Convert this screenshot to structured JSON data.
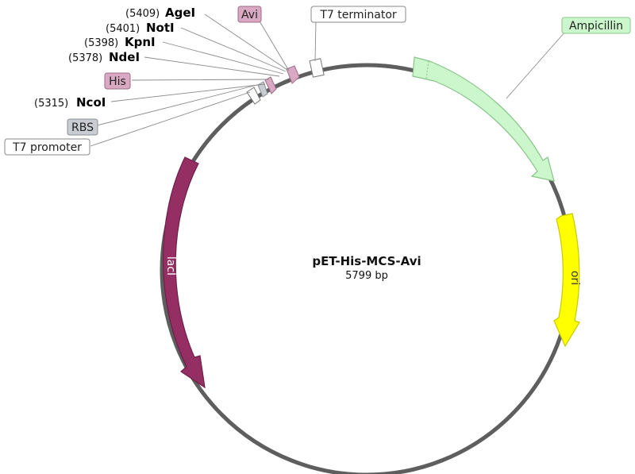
{
  "plasmid": {
    "name": "pET-His-MCS-Avi",
    "size": "5799 bp"
  },
  "features": [
    {
      "id": "ampicillin",
      "label": "Ampicillin",
      "color": "#ccf7cc",
      "stroke": "#88c488"
    },
    {
      "id": "ori",
      "label": "ori",
      "color": "#ffff00",
      "stroke": "#c8c800"
    },
    {
      "id": "laci",
      "label": "lacI",
      "color": "#952f63",
      "stroke": "#6d2048"
    },
    {
      "id": "avi",
      "label": "Avi",
      "color": "#d9a9c3",
      "stroke": "#a06b86"
    },
    {
      "id": "his",
      "label": "His",
      "color": "#d9a9c3",
      "stroke": "#a06b86"
    },
    {
      "id": "t7_terminator",
      "label": "T7 terminator",
      "color": "#ffffff",
      "stroke": "#777777"
    },
    {
      "id": "rbs",
      "label": "RBS",
      "color": "#c9ccd3",
      "stroke": "#8a8d94"
    },
    {
      "id": "t7_promoter",
      "label": "T7 promoter",
      "color": "#ffffff",
      "stroke": "#777777"
    }
  ],
  "sites": [
    {
      "name": "AgeI",
      "position": "(5409)"
    },
    {
      "name": "NotI",
      "position": "(5401)"
    },
    {
      "name": "KpnI",
      "position": "(5398)"
    },
    {
      "name": "NdeI",
      "position": "(5378)"
    },
    {
      "name": "NcoI",
      "position": "(5315)"
    }
  ],
  "colors": {
    "backbone": "#5e5e5e",
    "leader": "#8a8a8a"
  }
}
